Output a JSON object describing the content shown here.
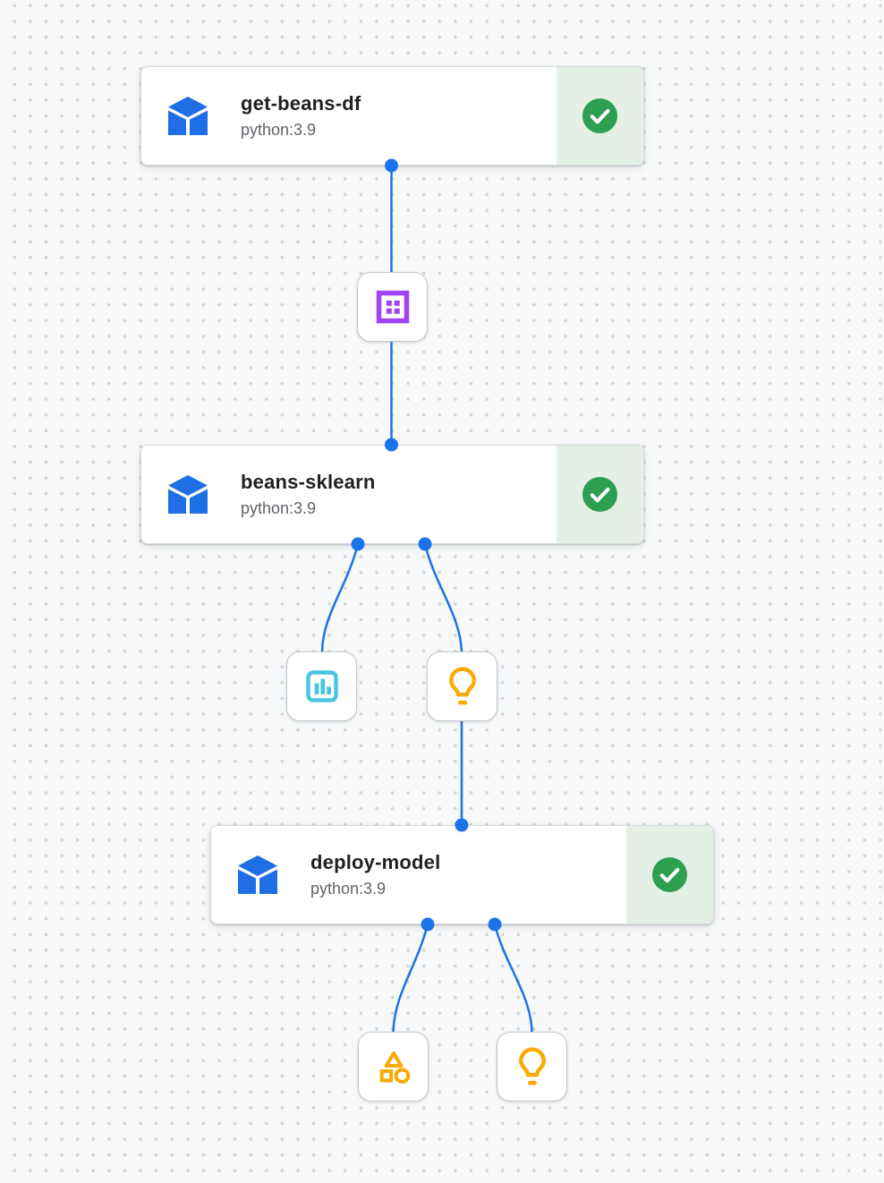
{
  "pipeline": {
    "nodes": [
      {
        "title": "get-beans-df",
        "subtitle": "python:3.9",
        "status": "succeeded",
        "status_icon": "success-check-icon",
        "type_icon": "component-cube-icon"
      },
      {
        "title": "beans-sklearn",
        "subtitle": "python:3.9",
        "status": "succeeded",
        "status_icon": "success-check-icon",
        "type_icon": "component-cube-icon"
      },
      {
        "title": "deploy-model",
        "subtitle": "python:3.9",
        "status": "succeeded",
        "status_icon": "success-check-icon",
        "type_icon": "component-cube-icon"
      }
    ],
    "artifacts": [
      {
        "name": "dataset-artifact",
        "icon": "dataset-icon",
        "color": "#a142f4"
      },
      {
        "name": "metrics-artifact",
        "icon": "metrics-bar-chart-icon",
        "color": "#47c6de"
      },
      {
        "name": "model-artifact",
        "icon": "model-lightbulb-icon",
        "color": "#f9ab00"
      },
      {
        "name": "generic-artifact",
        "icon": "artifact-shapes-icon",
        "color": "#f9ab00"
      },
      {
        "name": "model-artifact",
        "icon": "model-lightbulb-icon",
        "color": "#f9ab00"
      }
    ],
    "colors": {
      "edge_blue": "#1a73e8",
      "cube_blue": "#1e6ee6",
      "success_green": "#2e9e50",
      "status_bg_green": "#e4f0e6",
      "title_text": "#202124",
      "subtitle_text": "#5f6368"
    }
  }
}
